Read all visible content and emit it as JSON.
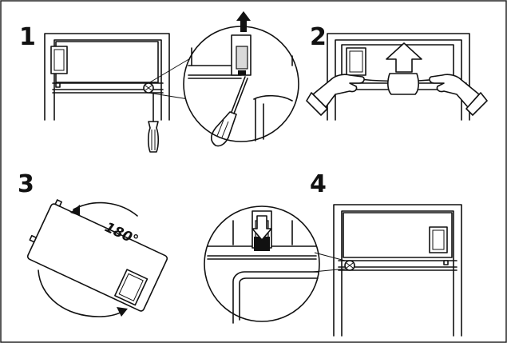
{
  "steps": [
    {
      "number": "1",
      "icon": "remove-cover-screwdriver"
    },
    {
      "number": "2",
      "icon": "lift-cover-hands"
    },
    {
      "number": "3",
      "icon": "rotate-cover"
    },
    {
      "number": "4",
      "icon": "refit-cover"
    }
  ],
  "rotation_label": "180°",
  "colors": {
    "line": "#111111",
    "fill": "#ffffff",
    "shade": "#d9d9d9",
    "border": "#222222"
  }
}
